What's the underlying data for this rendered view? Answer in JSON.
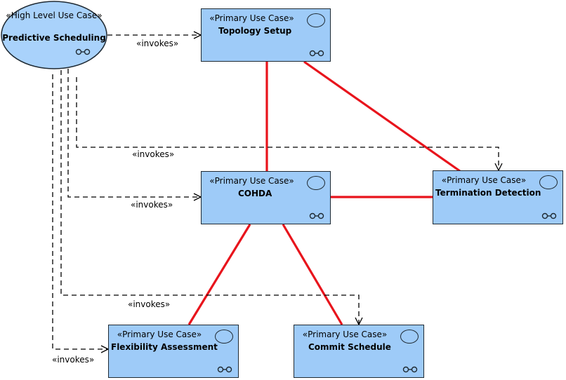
{
  "diagram": {
    "high_level_use_case": {
      "stereotype": "«High Level Use Case»",
      "name": "Predictive Scheduling"
    },
    "nodes": {
      "topology_setup": {
        "stereotype": "«Primary Use Case»",
        "name": "Topology Setup"
      },
      "cohda": {
        "stereotype": "«Primary Use Case»",
        "name": "COHDA"
      },
      "termination_detection": {
        "stereotype": "«Primary Use Case»",
        "name": "Termination Detection"
      },
      "flexibility_assessment": {
        "stereotype": "«Primary Use Case»",
        "name": "Flexibility Assessment"
      },
      "commit_schedule": {
        "stereotype": "«Primary Use Case»",
        "name": "Commit Schedule"
      }
    },
    "invokes_edges": [
      {
        "from": "Predictive Scheduling",
        "to": "Topology Setup",
        "label": "«invokes»"
      },
      {
        "from": "Predictive Scheduling",
        "to": "Termination Detection",
        "label": "«invokes»"
      },
      {
        "from": "Predictive Scheduling",
        "to": "COHDA",
        "label": "«invokes»"
      },
      {
        "from": "Predictive Scheduling",
        "to": "Commit Schedule",
        "label": "«invokes»"
      },
      {
        "from": "Predictive Scheduling",
        "to": "Flexibility Assessment",
        "label": "«invokes»"
      }
    ],
    "association_edges": [
      {
        "from": "Topology Setup",
        "to": "COHDA"
      },
      {
        "from": "Topology Setup",
        "to": "Termination Detection"
      },
      {
        "from": "COHDA",
        "to": "Termination Detection"
      },
      {
        "from": "COHDA",
        "to": "Flexibility Assessment"
      },
      {
        "from": "COHDA",
        "to": "Commit Schedule"
      }
    ],
    "colors": {
      "node_fill": "#9ecbf8",
      "ellipse_fill": "#a9d2fb",
      "association": "#e8141c",
      "invokes": "#000000",
      "border": "#1f2a33"
    }
  }
}
